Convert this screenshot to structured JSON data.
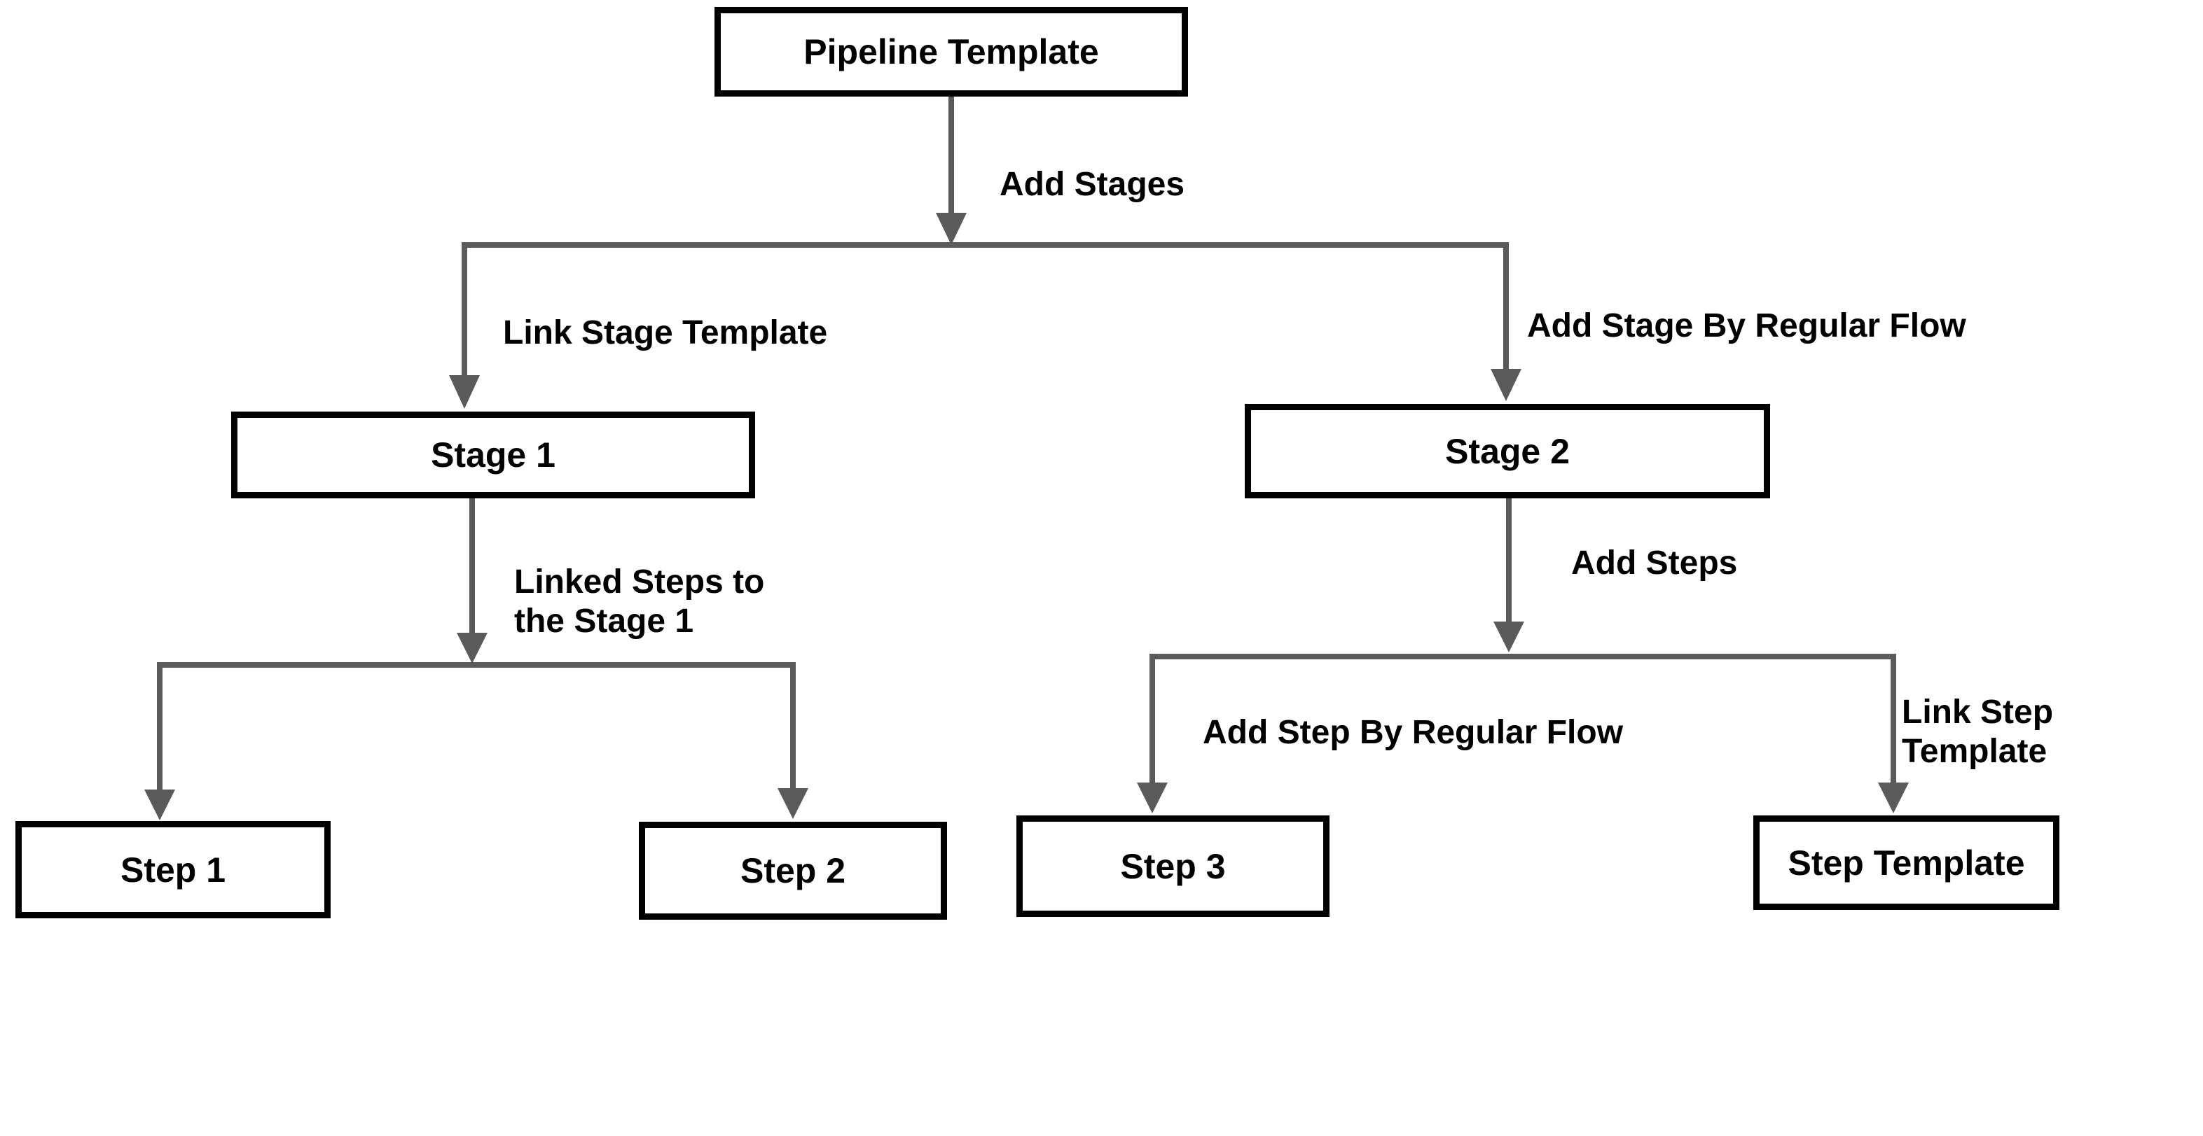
{
  "diagram": {
    "type": "flowchart",
    "background": "#ffffff",
    "colors": {
      "line": "#5a5a5a",
      "node_border": "#000000",
      "node_fill": "#ffffff",
      "text": "#000000"
    },
    "nodes": {
      "pipeline_template": {
        "label": "Pipeline Template"
      },
      "stage_1": {
        "label": "Stage 1"
      },
      "stage_2": {
        "label": "Stage 2"
      },
      "step_1": {
        "label": "Step 1"
      },
      "step_2": {
        "label": "Step 2"
      },
      "step_3": {
        "label": "Step 3"
      },
      "step_template": {
        "label": "Step Template"
      }
    },
    "edges": {
      "add_stages": {
        "from": "Pipeline Template",
        "to": [
          "Stage 1",
          "Stage 2"
        ],
        "label": "Add Stages"
      },
      "link_stage_template": {
        "from": "Pipeline Template",
        "to": "Stage 1",
        "label": "Link Stage Template"
      },
      "add_stage_by_regular_flow": {
        "from": "Pipeline Template",
        "to": "Stage 2",
        "label": "Add Stage By Regular Flow"
      },
      "linked_steps_to_the_stage_1": {
        "from": "Stage 1",
        "to": [
          "Step 1",
          "Step 2"
        ],
        "label": "Linked Steps to\nthe Stage 1"
      },
      "add_steps": {
        "from": "Stage 2",
        "to": [
          "Step 3",
          "Step Template"
        ],
        "label": "Add Steps"
      },
      "add_step_by_regular_flow": {
        "from": "Stage 2",
        "to": "Step 3",
        "label": "Add Step By Regular Flow"
      },
      "link_step_template": {
        "from": "Stage 2",
        "to": "Step Template",
        "label": "Link Step Template"
      }
    }
  }
}
